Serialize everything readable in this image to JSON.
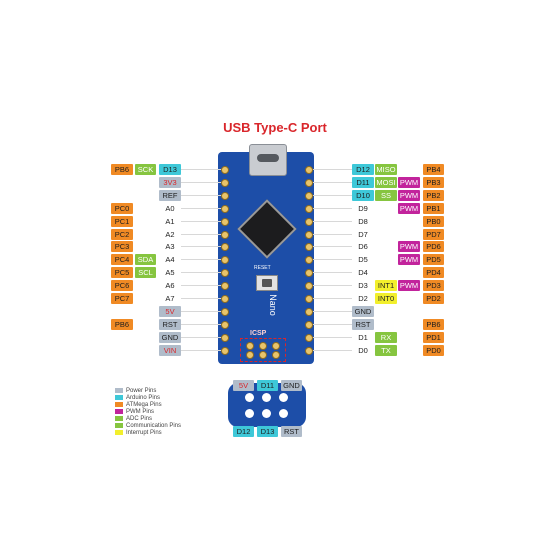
{
  "title": "USB Type-C Port",
  "colors": {
    "power": "#b0bcca",
    "arduino": "#3ec8d8",
    "atmega": "#f08a24",
    "pwm": "#c2249c",
    "adc": "#86c540",
    "comm": "#86c540",
    "interrupt": "#f2ef2c",
    "board": "#1d4ea8",
    "title": "#d9262b"
  },
  "left_pins": [
    {
      "atmega": "PB6",
      "extra": "SCK",
      "pin": "D13",
      "pin_color": "cyan"
    },
    {
      "atmega": "",
      "extra": "",
      "pin": "3V3",
      "pin_color": "gray-red"
    },
    {
      "atmega": "",
      "extra": "",
      "pin": "REF",
      "pin_color": "gray"
    },
    {
      "atmega": "PC0",
      "extra": "",
      "pin": "A0",
      "pin_color": "white"
    },
    {
      "atmega": "PC1",
      "extra": "",
      "pin": "A1",
      "pin_color": "white"
    },
    {
      "atmega": "PC2",
      "extra": "",
      "pin": "A2",
      "pin_color": "white"
    },
    {
      "atmega": "PC3",
      "extra": "",
      "pin": "A3",
      "pin_color": "white"
    },
    {
      "atmega": "PC4",
      "extra": "SDA",
      "pin": "A4",
      "pin_color": "white"
    },
    {
      "atmega": "PC5",
      "extra": "SCL",
      "pin": "A5",
      "pin_color": "white"
    },
    {
      "atmega": "PC6",
      "extra": "",
      "pin": "A6",
      "pin_color": "white"
    },
    {
      "atmega": "PC7",
      "extra": "",
      "pin": "A7",
      "pin_color": "white"
    },
    {
      "atmega": "",
      "extra": "",
      "pin": "5V",
      "pin_color": "gray-red"
    },
    {
      "atmega": "PB6",
      "extra": "",
      "pin": "RST",
      "pin_color": "gray"
    },
    {
      "atmega": "",
      "extra": "",
      "pin": "GND",
      "pin_color": "gray"
    },
    {
      "atmega": "",
      "extra": "",
      "pin": "VIN",
      "pin_color": "gray-red"
    }
  ],
  "right_pins": [
    {
      "pin": "D12",
      "pin_color": "cyan",
      "extra": "MISO",
      "extra_color": "green",
      "pwm": "",
      "atmega": "PB4"
    },
    {
      "pin": "D11",
      "pin_color": "cyan",
      "extra": "MOSI",
      "extra_color": "green",
      "pwm": "PWM",
      "atmega": "PB3"
    },
    {
      "pin": "D10",
      "pin_color": "cyan",
      "extra": "SS",
      "extra_color": "green",
      "pwm": "PWM",
      "atmega": "PB2"
    },
    {
      "pin": "D9",
      "pin_color": "white",
      "extra": "",
      "extra_color": "",
      "pwm": "PWM",
      "atmega": "PB1"
    },
    {
      "pin": "D8",
      "pin_color": "white",
      "extra": "",
      "extra_color": "",
      "pwm": "",
      "atmega": "PB0"
    },
    {
      "pin": "D7",
      "pin_color": "white",
      "extra": "",
      "extra_color": "",
      "pwm": "",
      "atmega": "PD7"
    },
    {
      "pin": "D6",
      "pin_color": "white",
      "extra": "",
      "extra_color": "",
      "pwm": "PWM",
      "atmega": "PD6"
    },
    {
      "pin": "D5",
      "pin_color": "white",
      "extra": "",
      "extra_color": "",
      "pwm": "PWM",
      "atmega": "PD5"
    },
    {
      "pin": "D4",
      "pin_color": "white",
      "extra": "",
      "extra_color": "",
      "pwm": "",
      "atmega": "PD4"
    },
    {
      "pin": "D3",
      "pin_color": "white",
      "extra": "INT1",
      "extra_color": "yellow",
      "pwm": "PWM",
      "atmega": "PD3"
    },
    {
      "pin": "D2",
      "pin_color": "white",
      "extra": "INT0",
      "extra_color": "yellow",
      "pwm": "",
      "atmega": "PD2"
    },
    {
      "pin": "GND",
      "pin_color": "gray",
      "extra": "",
      "extra_color": "",
      "pwm": "",
      "atmega": ""
    },
    {
      "pin": "RST",
      "pin_color": "gray",
      "extra": "",
      "extra_color": "",
      "pwm": "",
      "atmega": "PB6"
    },
    {
      "pin": "D1",
      "pin_color": "white",
      "extra": "RX",
      "extra_color": "green",
      "pwm": "",
      "atmega": "PD1"
    },
    {
      "pin": "D0",
      "pin_color": "white",
      "extra": "TX",
      "extra_color": "green",
      "pwm": "",
      "atmega": "PD0"
    }
  ],
  "board": {
    "name": "Nano",
    "reset_label": "RESET",
    "icsp_label": "ICSP"
  },
  "icsp": {
    "top": [
      {
        "label": "5V",
        "color": "gray-red"
      },
      {
        "label": "D11",
        "color": "cyan"
      },
      {
        "label": "GND",
        "color": "gray"
      }
    ],
    "bottom": [
      {
        "label": "D12",
        "color": "cyan"
      },
      {
        "label": "D13",
        "color": "cyan"
      },
      {
        "label": "RST",
        "color": "gray"
      }
    ]
  },
  "legend": [
    {
      "label": "Power Pins",
      "color": "#b0bcca"
    },
    {
      "label": "Arduino Pins",
      "color": "#3ec8d8"
    },
    {
      "label": "ATMega Pins",
      "color": "#f08a24"
    },
    {
      "label": "PWM Pins",
      "color": "#c2249c"
    },
    {
      "label": "ADC Pins",
      "color": "#86c540"
    },
    {
      "label": "Communication Pins",
      "color": "#86c540"
    },
    {
      "label": "Interrupt Pins",
      "color": "#f2ef2c"
    }
  ]
}
